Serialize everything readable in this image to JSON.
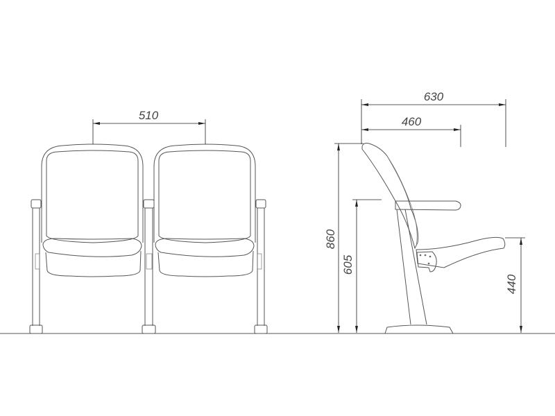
{
  "drawing": {
    "front_view": {
      "seat_count": 2,
      "dimensions": {
        "seat_pitch": "510"
      }
    },
    "side_view": {
      "dimensions": {
        "overall_depth": "630",
        "backrest_depth": "460",
        "overall_height": "860",
        "armrest_height": "605",
        "seat_height": "440"
      }
    }
  }
}
